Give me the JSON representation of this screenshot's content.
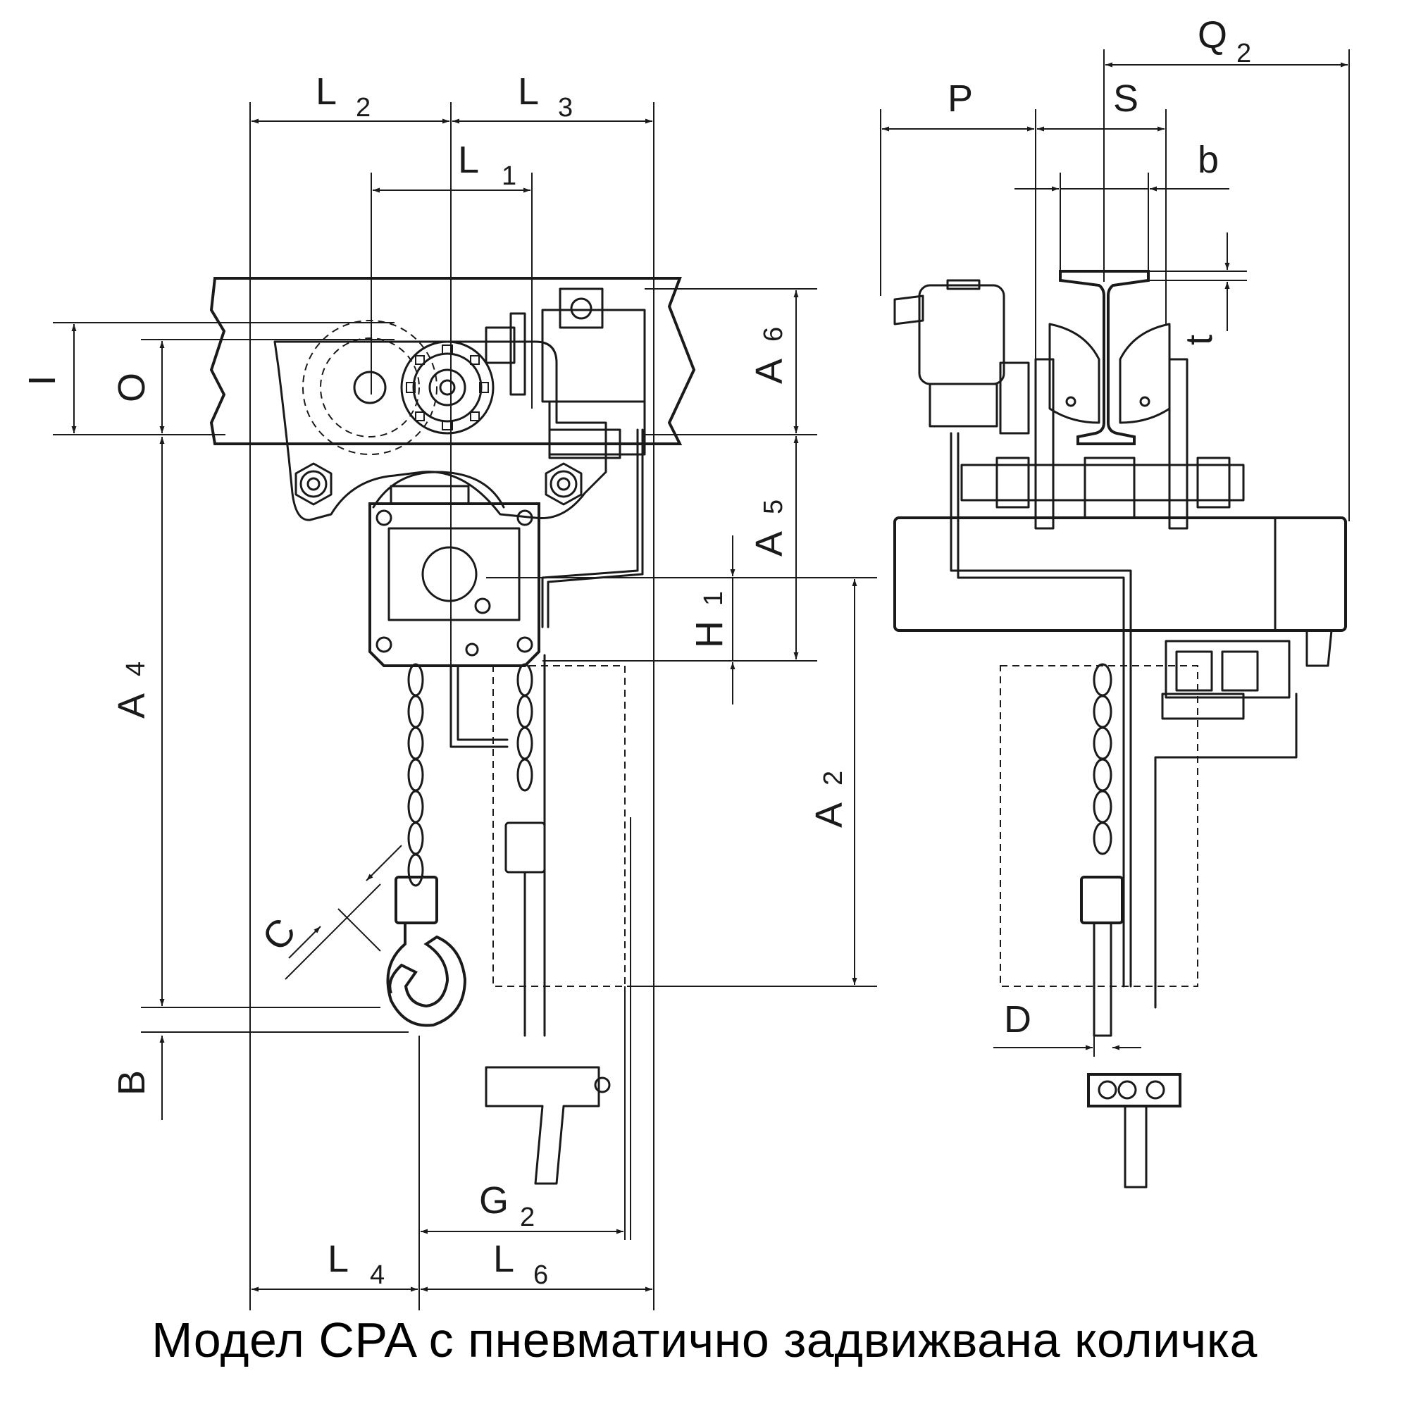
{
  "caption": "Модел CPA с пневматично задвижвана количка",
  "dimension_labels": {
    "L2": {
      "letter": "L",
      "index": "2"
    },
    "L3": {
      "letter": "L",
      "index": "3"
    },
    "L1": {
      "letter": "L",
      "index": "1"
    },
    "L4": {
      "letter": "L",
      "index": "4"
    },
    "L6": {
      "letter": "L",
      "index": "6"
    },
    "G2": {
      "letter": "G",
      "index": "2"
    },
    "A2": {
      "letter": "A",
      "index": "2"
    },
    "A4": {
      "letter": "A",
      "index": "4"
    },
    "A5": {
      "letter": "A",
      "index": "5"
    },
    "A6": {
      "letter": "A",
      "index": "6"
    },
    "H1": {
      "letter": "H",
      "index": "1"
    },
    "Q2": {
      "letter": "Q",
      "index": "2"
    },
    "I": "I",
    "O": "O",
    "B": "B",
    "C": "C",
    "D": "D",
    "P": "P",
    "S": "S",
    "b": "b",
    "t": "t"
  }
}
